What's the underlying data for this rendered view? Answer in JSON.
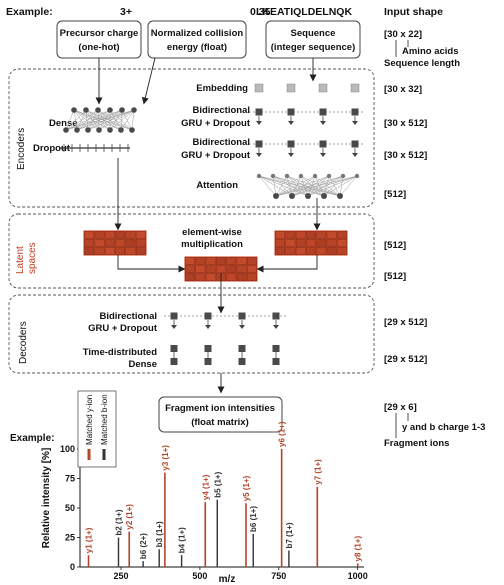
{
  "header": {
    "example_label": "Example:",
    "charge_value": "3+",
    "energy_value": "0.35",
    "sequence_value": "LKEATIQLDELNQK",
    "input_shape_label": "Input shape"
  },
  "inputs": {
    "precursor_charge": [
      "Precursor charge",
      "(one-hot)"
    ],
    "collision_energy": [
      "Normalized collision",
      "energy (float)"
    ],
    "sequence": [
      "Sequence",
      "(integer sequence)"
    ]
  },
  "input_shape": {
    "value": "[30 x 22]",
    "amino_acids": "Amino acids",
    "sequence_length": "Sequence length"
  },
  "encoders": {
    "section_label": "Encoders",
    "embedding": "Embedding",
    "dense": "Dense",
    "dropout": "Dropout",
    "gru1": [
      "Bidirectional",
      "GRU + Dropout"
    ],
    "gru2": [
      "Bidirectional",
      "GRU + Dropout"
    ],
    "attention": "Attention",
    "shapes": [
      "[30 x 32]",
      "[30 x 512]",
      "[30 x 512]",
      "[512]"
    ]
  },
  "latent": {
    "section_label": [
      "Latent",
      "spaces"
    ],
    "multiplication": [
      "element-wise",
      "multiplication"
    ],
    "shapes": [
      "[512]",
      "[512]"
    ]
  },
  "decoders": {
    "section_label": "Decoders",
    "gru": [
      "Bidirectional",
      "GRU + Dropout"
    ],
    "time_distributed": [
      "Time-distributed",
      "Dense"
    ],
    "shapes": [
      "[29 x 512]",
      "[29 x 512]"
    ]
  },
  "output": {
    "title": [
      "Fragment ion intensities",
      "(float matrix)"
    ],
    "shape": "[29 x 6]",
    "y_and_b": "y and b charge 1-3",
    "fragment_ions": "Fragment ions"
  },
  "colors": {
    "latent_fill": "#c24a2c",
    "latent_border": "#c33c1e",
    "y_ion": "#b5442a",
    "b_ion": "#333333",
    "node_dark": "#4a4a4a",
    "embedding_node": "#b9b9b9"
  },
  "chart_data": {
    "type": "bar",
    "example_label": "Example:",
    "xlabel": "m/z",
    "ylabel": "Relative intensity [%]",
    "xlim": [
      120,
      1020
    ],
    "ylim": [
      0,
      100
    ],
    "x_ticks": [
      250,
      500,
      750,
      1000
    ],
    "y_ticks": [
      0,
      25,
      50,
      75,
      100
    ],
    "legend": [
      "Matched y-ion",
      "Matched b-ion"
    ],
    "legend_position": "top-left",
    "peaks": [
      {
        "label": "y1 (1+)",
        "mz": 147,
        "intensity": 10,
        "ion": "y"
      },
      {
        "label": "b2 (1+)",
        "mz": 242,
        "intensity": 25,
        "ion": "b"
      },
      {
        "label": "y2 (1+)",
        "mz": 276,
        "intensity": 30,
        "ion": "y"
      },
      {
        "label": "b6 (2+)",
        "mz": 320,
        "intensity": 5,
        "ion": "b"
      },
      {
        "label": "b3 (1+)",
        "mz": 371,
        "intensity": 15,
        "ion": "b"
      },
      {
        "label": "y3 (1+)",
        "mz": 389,
        "intensity": 80,
        "ion": "y"
      },
      {
        "label": "b4 (1+)",
        "mz": 442,
        "intensity": 10,
        "ion": "b"
      },
      {
        "label": "y4 (1+)",
        "mz": 517,
        "intensity": 55,
        "ion": "y"
      },
      {
        "label": "b5 (1+)",
        "mz": 555,
        "intensity": 57,
        "ion": "b"
      },
      {
        "label": "y5 (1+)",
        "mz": 646,
        "intensity": 54,
        "ion": "y"
      },
      {
        "label": "b6 (1+)",
        "mz": 669,
        "intensity": 28,
        "ion": "b"
      },
      {
        "label": "y6 (1+)",
        "mz": 759,
        "intensity": 100,
        "ion": "y"
      },
      {
        "label": "b7 (1+)",
        "mz": 782,
        "intensity": 14,
        "ion": "b"
      },
      {
        "label": "y7 (1+)",
        "mz": 872,
        "intensity": 68,
        "ion": "y"
      },
      {
        "label": "y8 (1+)",
        "mz": 1000,
        "intensity": 3,
        "ion": "y"
      }
    ]
  }
}
